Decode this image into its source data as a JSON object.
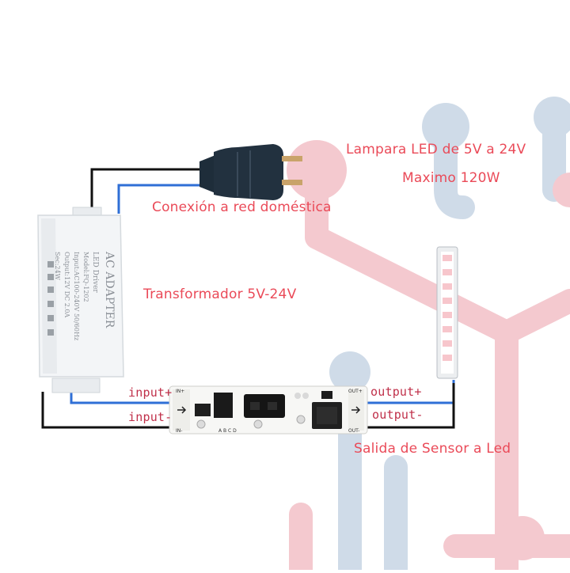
{
  "labels": {
    "lamp_title": "Lampara LED de 5V a 24V",
    "lamp_power": "Maximo 120W",
    "mains": "Conexión a red doméstica",
    "transformer": "Transformador  5V-24V",
    "input_plus": "input+",
    "input_minus": "input-",
    "output_plus": "output+",
    "output_minus": "output-",
    "sensor_output": "Salida de Sensor a  Led"
  },
  "adapter_text": {
    "line1": "AC ADAPTER",
    "line2": "LED Driver",
    "line3": "Model:FQ-1202",
    "line4": "Input:AC100-240V 50/60Hz",
    "line5": "Output:12V DC 2.0A",
    "line6": "Sec:24W"
  },
  "board_text": {
    "in_plus": "IN+",
    "in_minus": "IN-",
    "out_plus": "OUT+",
    "out_minus": "OUT-",
    "pads": "A B C D"
  },
  "colors": {
    "accent_text": "#ea4a58",
    "wire_black": "#111111",
    "wire_blue": "#2f6fd6",
    "bg_red": "#f4c9cf",
    "bg_blue": "#cfdbe8",
    "board": "#f7f7f5"
  }
}
